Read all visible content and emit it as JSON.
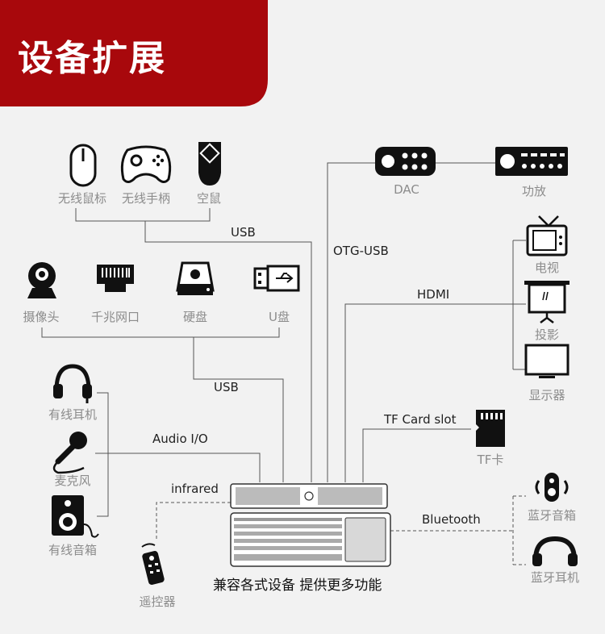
{
  "header": {
    "title": "设备扩展",
    "bg_color": "#a8080c"
  },
  "center": {
    "caption": "兼容各式设备  提供更多功能"
  },
  "devices": {
    "mouse": "无线鼠标",
    "gamepad": "无线手柄",
    "air_mouse": "空鼠",
    "webcam": "摄像头",
    "ethernet": "千兆网口",
    "hdd": "硬盘",
    "udisk": "U盘",
    "headset": "有线耳机",
    "microphone": "麦克风",
    "speaker": "有线音箱",
    "remote": "遥控器",
    "dac": "DAC",
    "amplifier": "功放",
    "tv": "电视",
    "projector": "投影",
    "monitor": "显示器",
    "tf_card": "TF卡",
    "bt_speaker": "蓝牙音箱",
    "bt_headset": "蓝牙耳机"
  },
  "connections": {
    "usb_top": "USB",
    "otg_usb": "OTG-USB",
    "hdmi": "HDMI",
    "usb_mid": "USB",
    "tf_slot": "TF Card slot",
    "audio_io": "Audio I/O",
    "infrared": "infrared",
    "bluetooth": "Bluetooth"
  }
}
